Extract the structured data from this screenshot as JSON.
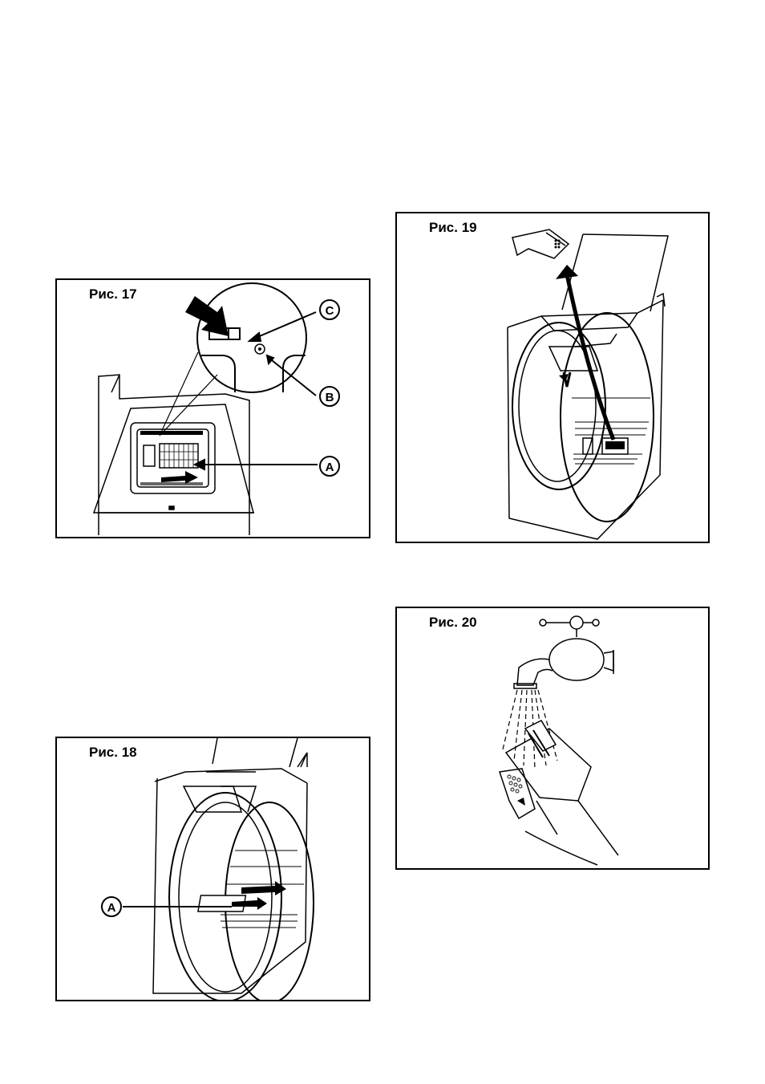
{
  "figures": {
    "fig17": {
      "title": "Рис. 17",
      "labels": {
        "a": "A",
        "b": "B",
        "c": "C"
      }
    },
    "fig18": {
      "title": "Рис. 18",
      "labels": {
        "a": "A"
      }
    },
    "fig19": {
      "title": "Рис. 19"
    },
    "fig20": {
      "title": "Рис. 20"
    }
  }
}
